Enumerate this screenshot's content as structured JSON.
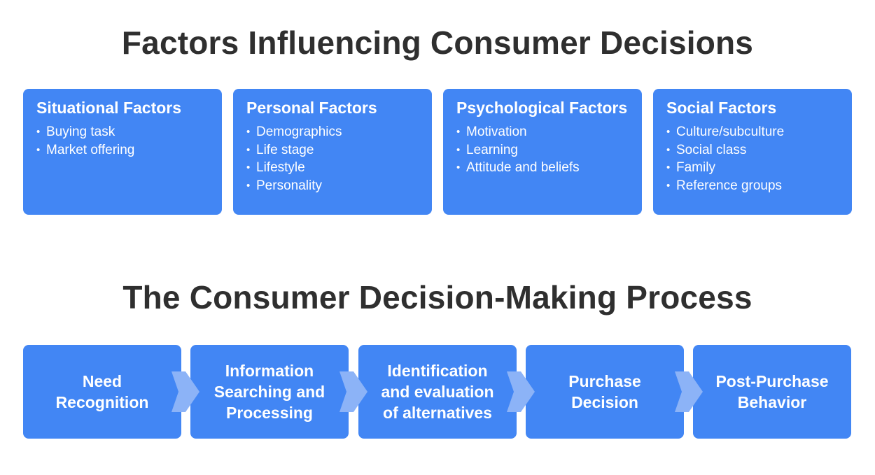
{
  "titles": {
    "factors": "Factors Influencing Consumer Decisions",
    "process": "The Consumer Decision-Making Process"
  },
  "factors": [
    {
      "heading": "Situational Factors",
      "items": [
        "Buying task",
        "Market offering"
      ]
    },
    {
      "heading": "Personal Factors",
      "items": [
        "Demographics",
        "Life stage",
        "Lifestyle",
        "Personality"
      ]
    },
    {
      "heading": "Psychological Factors",
      "items": [
        "Motivation",
        "Learning",
        "Attitude and beliefs"
      ]
    },
    {
      "heading": "Social Factors",
      "items": [
        "Culture/subculture",
        "Social class",
        "Family",
        "Reference groups"
      ]
    }
  ],
  "steps": [
    "Need\nRecognition",
    "Information\nSearching and\nProcessing",
    "Identification\nand evaluation\nof alternatives",
    "Purchase\nDecision",
    "Post-Purchase\nBehavior"
  ],
  "colors": {
    "box": "#4286f4",
    "arrow": "#8cb3f7",
    "title": "#2f2f2f",
    "text": "#ffffff"
  }
}
